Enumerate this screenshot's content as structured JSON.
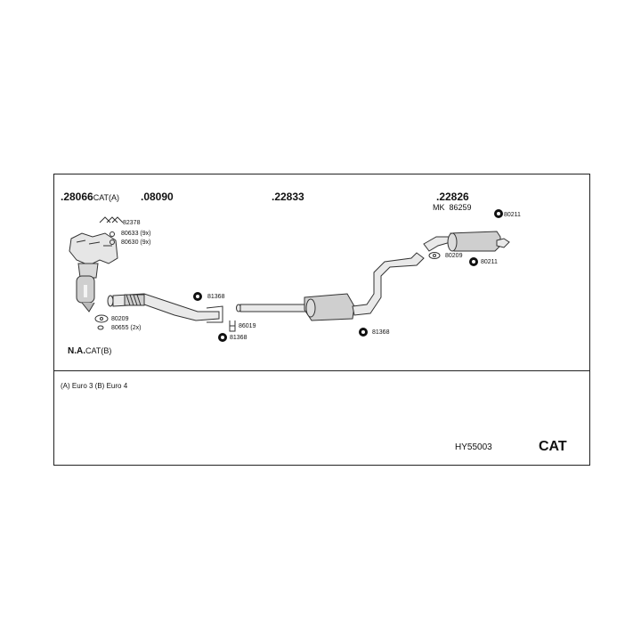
{
  "part_numbers": {
    "p28066": ".28066",
    "p28066_suffix": "CAT(A)",
    "p08090": ".08090",
    "p22833": ".22833",
    "p22826": ".22826",
    "mk_prefix": "MK",
    "mk_number": "86259"
  },
  "accessories": {
    "a82378": "82378",
    "a80633": "80633 (9x)",
    "a80630": "80630 (9x)",
    "a80209_left": "80209",
    "a80655": "80655 (2x)",
    "a81368_a": "81368",
    "a86019": "86019",
    "a81368_b": "81368",
    "a81368_c": "81368",
    "a80211_top": "80211",
    "a80209_right": "80209",
    "a80211_bottom": "80211"
  },
  "variant": {
    "na_label": "N.A.",
    "na_suffix": "CAT(B)"
  },
  "footer": {
    "note": "(A) Euro 3 (B) Euro 4",
    "code": "HY55003",
    "cat": "CAT"
  }
}
